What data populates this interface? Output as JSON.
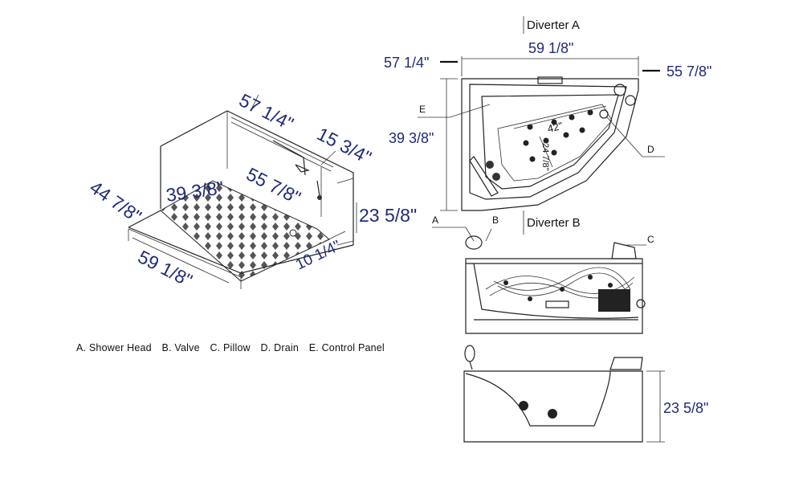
{
  "iso_view": {
    "dims": {
      "d_57_1_4": "57 1/4\"",
      "d_15_3_4": "15 3/4\"",
      "d_39_3_8": "39 3/8\"",
      "d_55_7_8": "55 7/8\"",
      "d_44_7_8": "44 7/8\"",
      "d_23_5_8": "23 5/8\"",
      "d_10_1_4": "10 1/4\"",
      "d_59_1_8": "59 1/8\""
    }
  },
  "top_view": {
    "diverter_label": "Diverter A",
    "dims": {
      "width_top": "59 1/8\"",
      "left_57": "57 1/4\"",
      "right_55": "55 7/8\"",
      "depth_39": "39 3/8\"",
      "inner_42": "42\"",
      "inner_24": "24 7/8\""
    },
    "callouts": {
      "e": "E",
      "d": "D"
    }
  },
  "side_view": {
    "diverter_label": "Diverter B",
    "callouts": {
      "a": "A",
      "b": "B",
      "c": "C"
    }
  },
  "front_view": {
    "dims": {
      "height": "23 5/8\""
    }
  },
  "legend": {
    "items": [
      "A. Shower Head",
      "B. Valve",
      "C. Pillow",
      "D. Drain",
      "E. Control Panel"
    ]
  }
}
